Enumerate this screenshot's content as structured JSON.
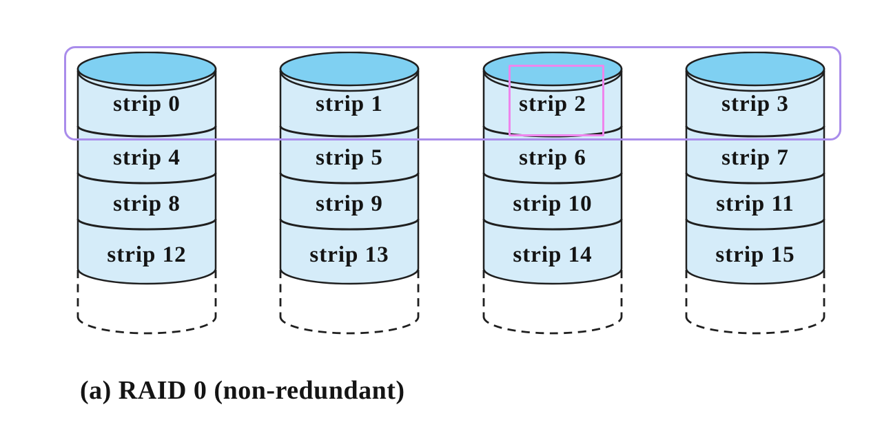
{
  "figure": {
    "caption": "(a) RAID 0 (non-redundant)",
    "disks": [
      {
        "strips": [
          "strip 0",
          "strip 4",
          "strip 8",
          "strip 12"
        ]
      },
      {
        "strips": [
          "strip 1",
          "strip 5",
          "strip 9",
          "strip 13"
        ]
      },
      {
        "strips": [
          "strip 2",
          "strip 6",
          "strip 10",
          "strip 14"
        ]
      },
      {
        "strips": [
          "strip 3",
          "strip 7",
          "strip 11",
          "strip 15"
        ]
      }
    ],
    "annotations": {
      "row_highlight_color": "#a98ceb",
      "strip_highlight_color": "#ee85ec",
      "highlighted_strip": "strip 2"
    },
    "colors": {
      "disk_top": "#7fd0f2",
      "disk_body": "#d5ecf9",
      "outline": "#1f1f1f"
    }
  }
}
